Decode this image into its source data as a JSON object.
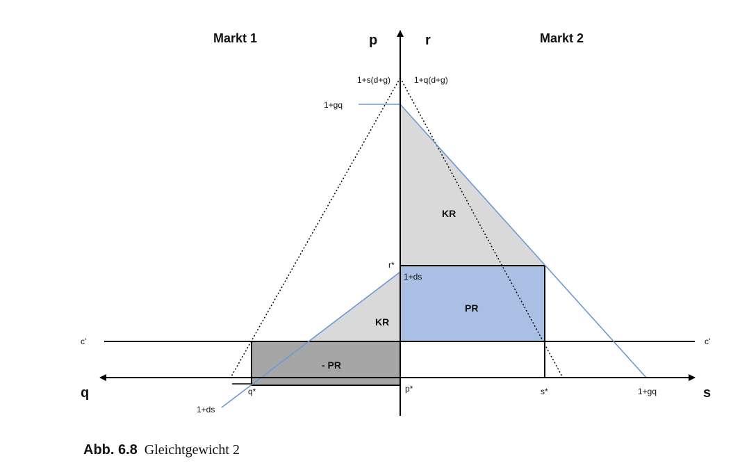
{
  "diagram": {
    "title_left": "Markt 1",
    "title_right": "Markt 2",
    "axis_labels": {
      "p": "p",
      "r": "r",
      "q": "q",
      "s": "s"
    },
    "labels": {
      "top_left": "1+s(d+g)",
      "top_right": "1+q(d+g)",
      "gq_top": "1+gq",
      "r_star": "r*",
      "ds_mid": "1+ds",
      "c_left": "c'",
      "c_right": "c'",
      "q_star": "q*",
      "p_star": "p*",
      "s_star": "s*",
      "gq_bottom": "1+gq",
      "ds_bottom": "1+ds"
    },
    "regions": {
      "kr_upper": "KR",
      "pr": "PR",
      "kr_lower": "KR",
      "neg_pr": "- PR"
    },
    "colors": {
      "grey_light": "#d9d9d9",
      "grey_dark": "#a6a6a6",
      "blue_fill": "#a9bfe3",
      "blue_line": "#6f97d2",
      "black": "#000000"
    }
  },
  "caption": {
    "label": "Abb. 6.8",
    "text": "Gleichtgewicht 2"
  }
}
